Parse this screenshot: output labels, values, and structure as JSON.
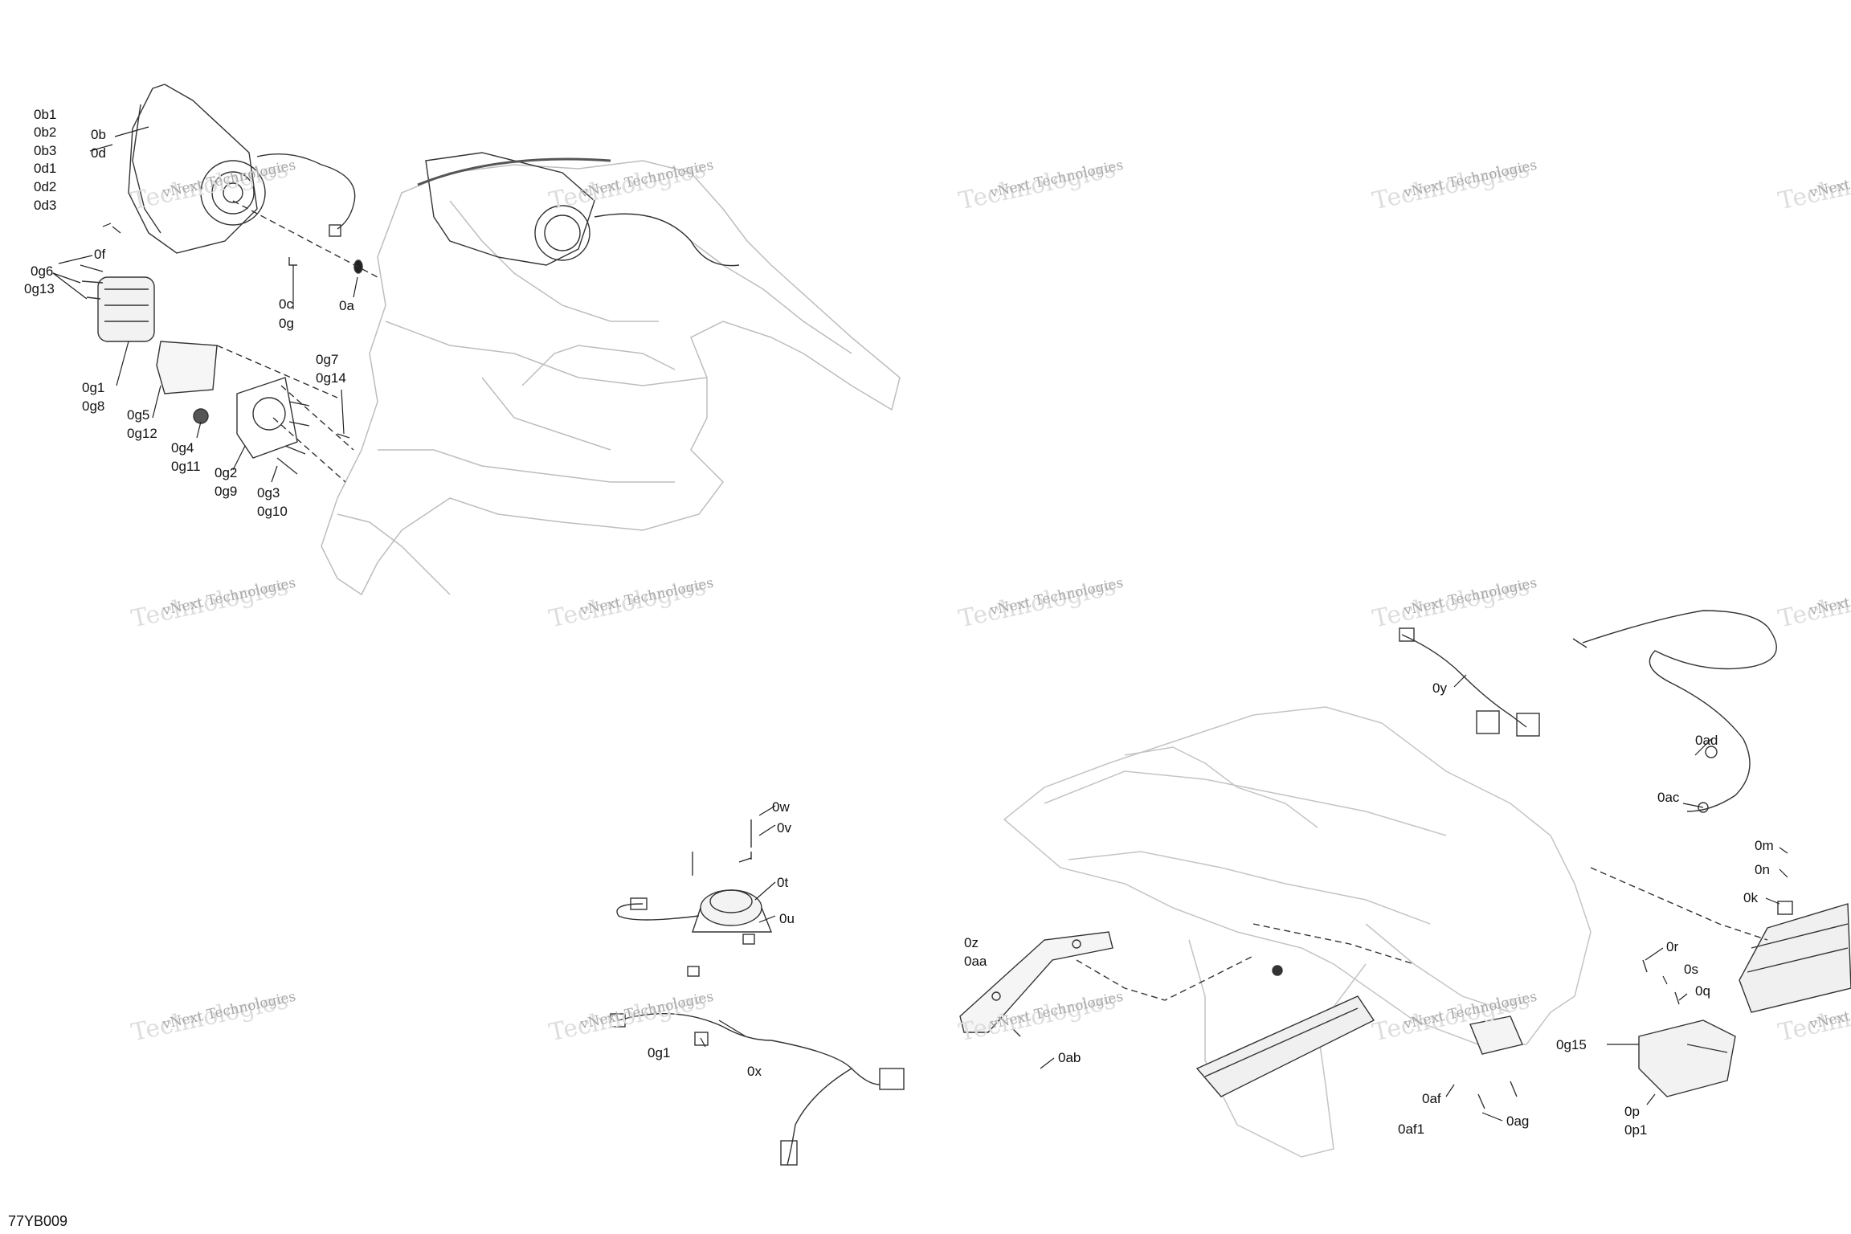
{
  "diagram_code": "77YB009",
  "watermark": {
    "line1": "vNext Technologies",
    "line2": "Technologies"
  },
  "labels": {
    "0b1": "0b1",
    "0b2": "0b2",
    "0b3": "0b3",
    "0d1": "0d1",
    "0d2": "0d2",
    "0d3": "0d3",
    "0b": "0b",
    "0d": "0d",
    "0f": "0f",
    "0c": "0c",
    "0g": "0g",
    "0a": "0a",
    "0g6": "0g6",
    "0g13": "0g13",
    "0g1_top": "0g1",
    "0g8": "0g8",
    "0g5": "0g5",
    "0g12": "0g12",
    "0g4": "0g4",
    "0g11": "0g11",
    "0g7": "0g7",
    "0g14": "0g14",
    "0g2": "0g2",
    "0g9": "0g9",
    "0g3": "0g3",
    "0g10": "0g10",
    "0w": "0w",
    "0v": "0v",
    "0t": "0t",
    "0u": "0u",
    "0g1_mid": "0g1",
    "0x": "0x",
    "0z": "0z",
    "0aa": "0aa",
    "0ab": "0ab",
    "0y": "0y",
    "0ad": "0ad",
    "0ac": "0ac",
    "0m": "0m",
    "0n": "0n",
    "0k": "0k",
    "0r": "0r",
    "0s": "0s",
    "0q": "0q",
    "0g15": "0g15",
    "0af": "0af",
    "0af1": "0af1",
    "0ag": "0ag",
    "0p": "0p",
    "0p1": "0p1"
  },
  "colors": {
    "line": "#222222",
    "faint": "#bdbdbd",
    "part": "#444444"
  }
}
